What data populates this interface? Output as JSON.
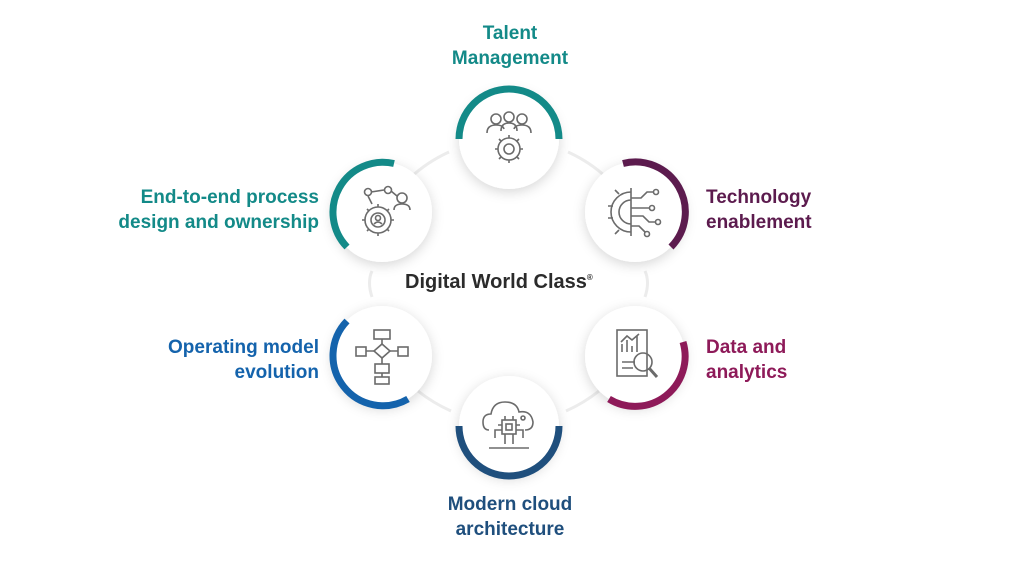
{
  "center": {
    "title": "Digital World Class",
    "mark": "®"
  },
  "colors": {
    "teal": "#138a88",
    "plum": "#5c1b4e",
    "magenta": "#8e1a59",
    "navy": "#1f4f7d",
    "blue": "#1463ac",
    "ring_gray": "#ececec"
  },
  "nodes": [
    {
      "id": "talent",
      "lines": [
        "Talent",
        "Management"
      ],
      "icon": "team-gear-icon",
      "color": "#138a88"
    },
    {
      "id": "technology",
      "lines": [
        "Technology",
        "enablement"
      ],
      "icon": "gear-circuit-icon",
      "color": "#5c1b4e"
    },
    {
      "id": "data",
      "lines": [
        "Data and",
        "analytics"
      ],
      "icon": "report-magnifier-icon",
      "color": "#8e1a59"
    },
    {
      "id": "cloud",
      "lines": [
        "Modern cloud",
        "architecture"
      ],
      "icon": "cloud-chip-icon",
      "color": "#1f4f7d"
    },
    {
      "id": "operating",
      "lines": [
        "Operating model",
        "evolution"
      ],
      "icon": "flowchart-icon",
      "color": "#1463ac"
    },
    {
      "id": "process",
      "lines": [
        "End-to-end process",
        "design and ownership"
      ],
      "icon": "process-network-icon",
      "color": "#138a88"
    }
  ]
}
